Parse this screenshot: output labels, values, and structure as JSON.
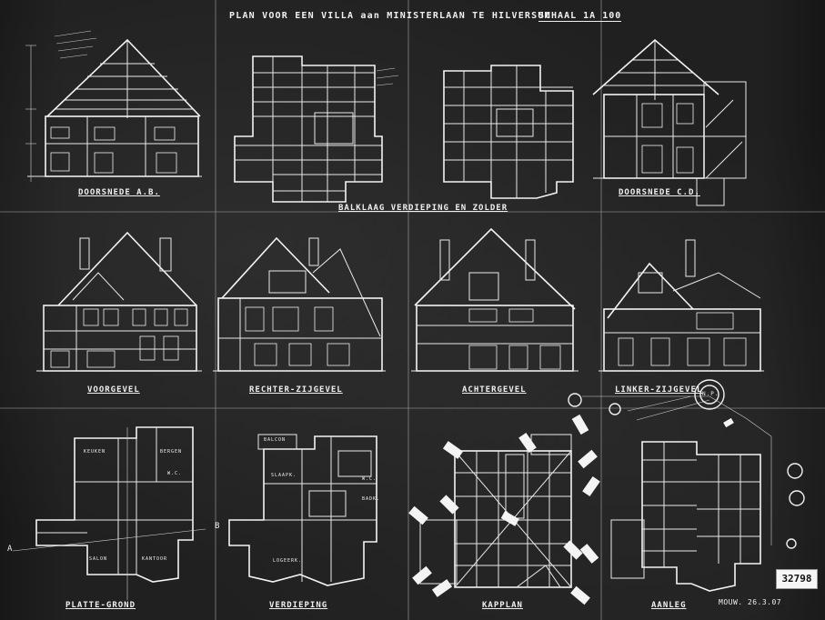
{
  "sheet": {
    "title": "PLAN VOOR EEN VILLA aan MINISTERLAAN TE HILVERSUM",
    "scale": "SCHAAL 1A 100",
    "stamp_number": "32798",
    "date_note": "MOUW. 26.3.07"
  },
  "drawings": {
    "doorsnede_ab": "DOORSNEDE A.B.",
    "balklaag": "BALKLAAG VERDIEPING EN ZOLDER",
    "doorsnede_cd": "DOORSNEDE C.D.",
    "voorgevel": "VOORGEVEL",
    "rechter_zijgevel": "RECHTER-ZIJGEVEL",
    "achtergevel": "ACHTERGEVEL",
    "linker_zijgevel": "LINKER-ZIJGEVEL",
    "platte_grond": "PLATTE-GROND",
    "verdieping": "VERDIEPING",
    "kapplan": "KAPPLAN",
    "aanleg": "AANLEG"
  },
  "room_labels": {
    "ground": [
      "KEUKEN",
      "SALON",
      "KANTOOR",
      "BERGEN",
      "W.C."
    ],
    "upper": [
      "BALCON",
      "SLAAPK.",
      "BADK.",
      "W.C.",
      "LOGEERK."
    ]
  },
  "markers": {
    "a": "A",
    "b": "B",
    "np": "N.P."
  }
}
